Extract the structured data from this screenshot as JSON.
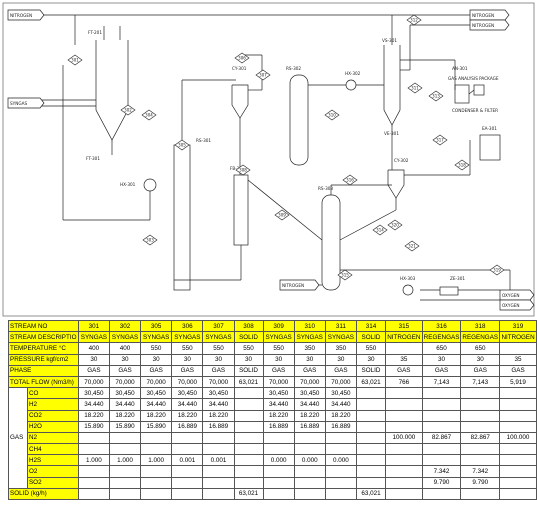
{
  "diagram": {
    "labels": {
      "nitrogen_top": "NITROGEN",
      "nitrogen_right": "NITROGEN",
      "nitrogen_mid": "NITROGEN",
      "nitrogen_out": "NITROGEN",
      "oxygen_out": "OXYGEN",
      "oxygen_in": "OXYGEN",
      "syngas_in": "SYNGAS",
      "gas_analysis": "GAS ANALYSIS PACKAGE",
      "condenser": "CONDENSER & FILTER",
      "ft201": "FT-201",
      "ft301": "FT-301",
      "hx301": "HX-301",
      "cy301": "CY-301",
      "rs301": "RS-301",
      "fb301": "FB-301",
      "vs301": "VS-301",
      "rs302": "RS-302",
      "hx302": "HX-302",
      "rs303": "RS-303",
      "ve301": "VE-301",
      "cy302": "CY-302",
      "an301": "AN-301",
      "ea301": "EA-301",
      "hx303": "HX-303",
      "ze301": "ZE-301"
    },
    "tags": [
      "301",
      "302",
      "303",
      "304",
      "305",
      "306",
      "307",
      "308",
      "309",
      "310",
      "311",
      "312",
      "313",
      "314",
      "315",
      "316",
      "317",
      "318",
      "319",
      "320",
      "321"
    ]
  },
  "table": {
    "columns": [
      "301",
      "302",
      "305",
      "306",
      "307",
      "308",
      "309",
      "310",
      "311",
      "314",
      "315",
      "316",
      "318",
      "319"
    ],
    "rows": {
      "stream_no": {
        "label": "STREAM NO"
      },
      "description": {
        "label": "STREAM DESCRIPTIO",
        "values": [
          "SYNGAS",
          "SYNGAS",
          "SYNGAS",
          "SYNGAS",
          "SYNGAS",
          "SOLID",
          "SYNGAS",
          "SYNGAS",
          "SYNGAS",
          "SOLID",
          "NITROGEN",
          "REGENGAS",
          "REGENGAS",
          "NITROGEN"
        ]
      },
      "temperature": {
        "label": "TEMPERATURE °C",
        "values": [
          "400",
          "400",
          "550",
          "550",
          "550",
          "550",
          "550",
          "350",
          "350",
          "550",
          "",
          "650",
          "650",
          ""
        ]
      },
      "pressure": {
        "label": "PRESSURE kgf/cm2",
        "values": [
          "30",
          "30",
          "30",
          "30",
          "30",
          "30",
          "30",
          "30",
          "30",
          "30",
          "35",
          "30",
          "30",
          "35"
        ]
      },
      "phase": {
        "label": "PHASE",
        "values": [
          "GAS",
          "GAS",
          "GAS",
          "GAS",
          "GAS",
          "SOLID",
          "GAS",
          "GAS",
          "GAS",
          "SOLID",
          "GAS",
          "GAS",
          "GAS",
          "GAS"
        ]
      },
      "total_flow": {
        "label": "TOTAL FLOW (Nm3/h)",
        "values": [
          "70,000",
          "70,000",
          "70,000",
          "70,000",
          "70,000",
          "63,021",
          "70,000",
          "70,000",
          "70,000",
          "63,021",
          "766",
          "7,143",
          "7,143",
          "5,919"
        ]
      },
      "gas_group": "GAS",
      "co": {
        "label": "CO",
        "values": [
          "30,450",
          "30,450",
          "30,450",
          "30,450",
          "30,450",
          "",
          "30,450",
          "30,450",
          "30,450",
          "",
          "",
          "",
          "",
          ""
        ]
      },
      "h2": {
        "label": "H2",
        "values": [
          "34.440",
          "34.440",
          "34.440",
          "34.440",
          "34.440",
          "",
          "34.440",
          "34.440",
          "34.440",
          "",
          "",
          "",
          "",
          ""
        ]
      },
      "co2": {
        "label": "CO2",
        "values": [
          "18.220",
          "18.220",
          "18.220",
          "18.220",
          "18.220",
          "",
          "18.220",
          "18.220",
          "18.220",
          "",
          "",
          "",
          "",
          ""
        ]
      },
      "h2o": {
        "label": "H2O",
        "values": [
          "15.890",
          "15.890",
          "15.890",
          "16.889",
          "16.889",
          "",
          "16.889",
          "16.889",
          "16.889",
          "",
          "",
          "",
          "",
          ""
        ]
      },
      "n2": {
        "label": "N2",
        "values": [
          "",
          "",
          "",
          "",
          "",
          "",
          "",
          "",
          "",
          "",
          "100.000",
          "82.867",
          "82.867",
          "100.000"
        ]
      },
      "ch4": {
        "label": "CH4",
        "values": [
          "",
          "",
          "",
          "",
          "",
          "",
          "",
          "",
          "",
          "",
          "",
          "",
          "",
          ""
        ]
      },
      "h2s": {
        "label": "H2S",
        "values": [
          "1.000",
          "1.000",
          "1.000",
          "0.001",
          "0.001",
          "",
          "0.000",
          "0.000",
          "0.000",
          "",
          "",
          "",
          "",
          ""
        ]
      },
      "o2": {
        "label": "O2",
        "values": [
          "",
          "",
          "",
          "",
          "",
          "",
          "",
          "",
          "",
          "",
          "",
          "7.342",
          "7.342",
          ""
        ]
      },
      "so2": {
        "label": "SO2",
        "values": [
          "",
          "",
          "",
          "",
          "",
          "",
          "",
          "",
          "",
          "",
          "",
          "9.790",
          "9.790",
          ""
        ]
      },
      "solid": {
        "label": "SOLID (kg/h)",
        "values": [
          "",
          "",
          "",
          "",
          "",
          "63,021",
          "",
          "",
          "",
          "63,021",
          "",
          "",
          "",
          ""
        ]
      }
    }
  }
}
